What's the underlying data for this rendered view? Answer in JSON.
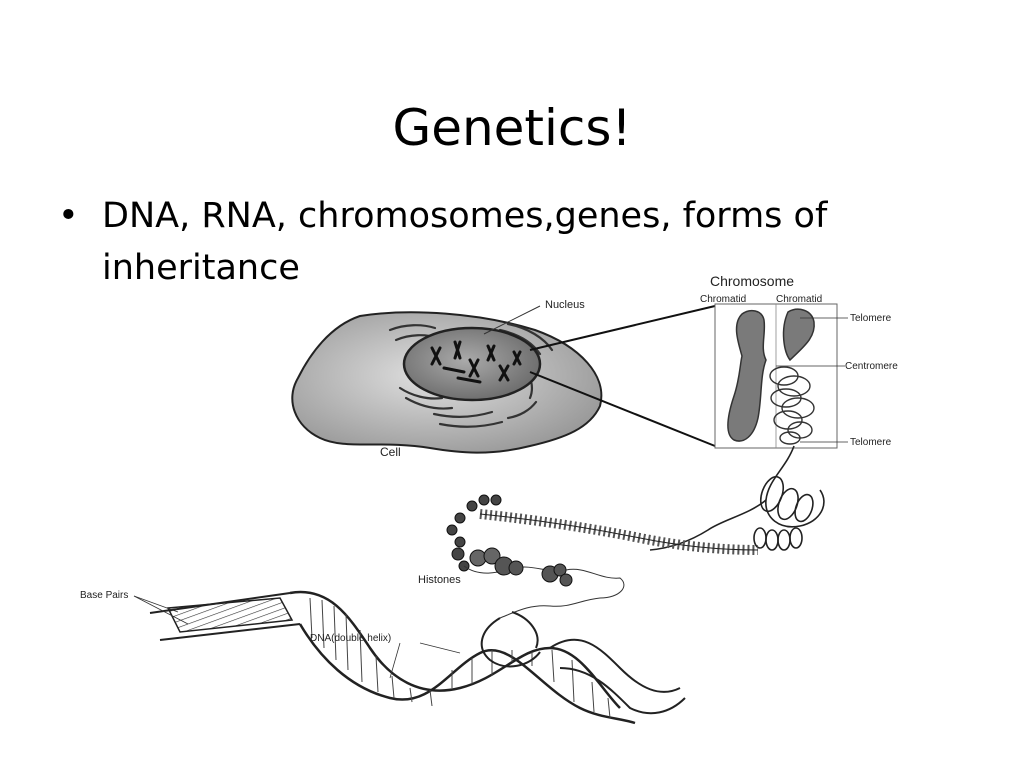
{
  "slide": {
    "title": "Genetics!",
    "bullets": [
      {
        "text": "DNA, RNA, chromosomes,genes, forms of inheritance"
      }
    ]
  },
  "diagram": {
    "labels": {
      "nucleus": "Nucleus",
      "cell": "Cell",
      "chromosome": "Chromosome",
      "chromatid_left": "Chromatid",
      "chromatid_right": "Chromatid",
      "telomere_top": "Telomere",
      "centromere": "Centromere",
      "telomere_bottom": "Telomere",
      "histones": "Histones",
      "base_pairs": "Base Pairs",
      "dna": "DNA(double helix)"
    }
  },
  "colors": {
    "ink": "#222222",
    "cell_fill": "#c9c9c9",
    "nucleus_fill": "#8e8e8e",
    "chromosome_fill": "#7a7a7a"
  }
}
